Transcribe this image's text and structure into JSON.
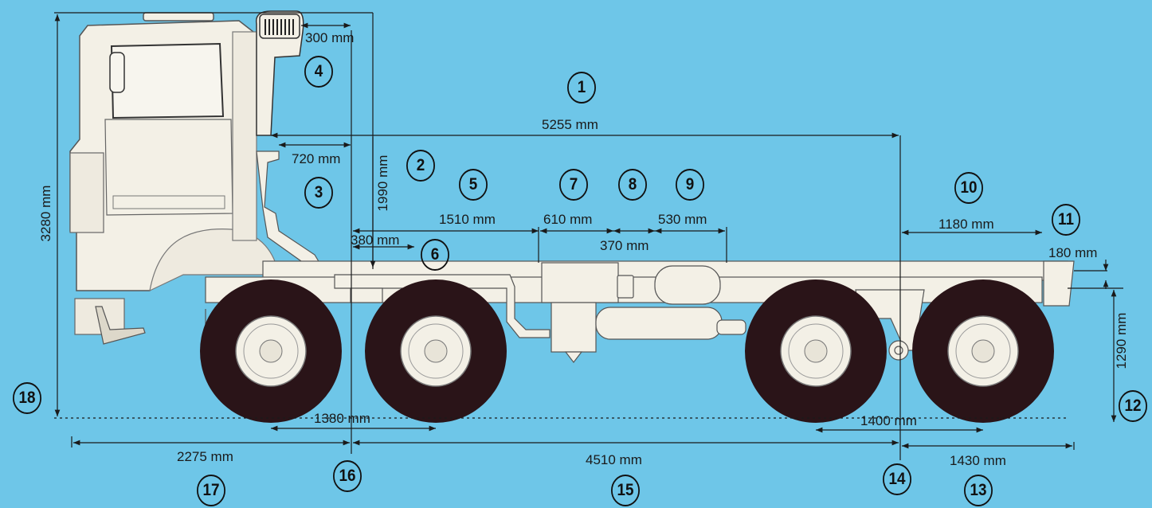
{
  "background_color": "#6ec6e8",
  "truck_color": "#f3f0e6",
  "tyre_color": "#2a1418",
  "line_color": "#1a1a1a",
  "dimensions": [
    {
      "id": "1",
      "label": "5255 mm"
    },
    {
      "id": "2",
      "label": "1990 mm"
    },
    {
      "id": "3",
      "label": "720 mm"
    },
    {
      "id": "4",
      "label": "300 mm"
    },
    {
      "id": "5",
      "label": "1510 mm"
    },
    {
      "id": "6",
      "label": "380 mm"
    },
    {
      "id": "7",
      "label": "610 mm"
    },
    {
      "id": "8",
      "label": "370 mm"
    },
    {
      "id": "9",
      "label": "530 mm"
    },
    {
      "id": "10",
      "label": "1180 mm"
    },
    {
      "id": "11",
      "label": "180 mm"
    },
    {
      "id": "12",
      "label": "1290 mm"
    },
    {
      "id": "13",
      "label": "1430 mm"
    },
    {
      "id": "14",
      "label": "1400 mm"
    },
    {
      "id": "15",
      "label": "4510 mm"
    },
    {
      "id": "16",
      "label": "1380 mm"
    },
    {
      "id": "17",
      "label": "2275 mm"
    },
    {
      "id": "18",
      "label": "3280 mm"
    }
  ]
}
